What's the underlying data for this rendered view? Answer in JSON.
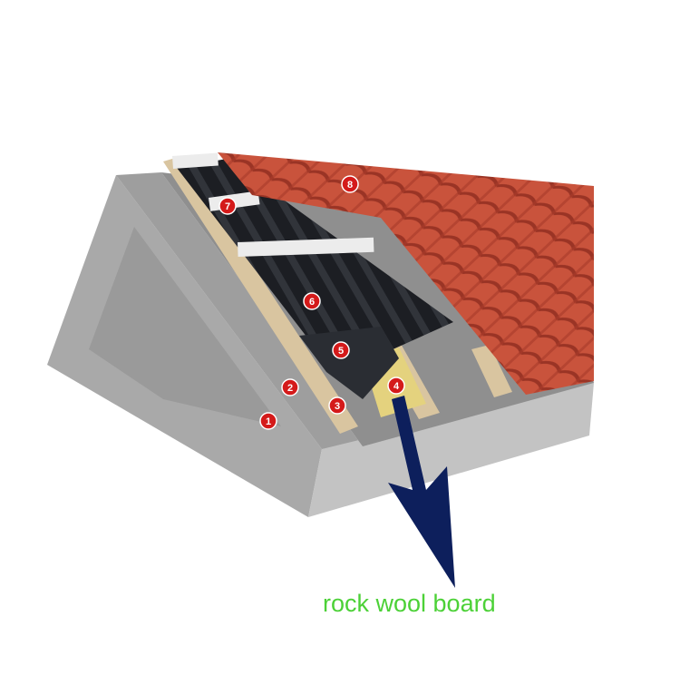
{
  "colors": {
    "concrete": "#a9a9a9",
    "concrete_top": "#9e9e9e",
    "concrete_side": "#c3c3c3",
    "timber": "#d9c5a0",
    "membrane": "#1c1e23",
    "tile": "#c9533c",
    "tile_dark": "#9a3425",
    "insulation": "#e4d27e",
    "badge": "#d41a1a",
    "arrow": "#0d1f5c",
    "caption": "#4cd137"
  },
  "badges": [
    "1",
    "2",
    "3",
    "4",
    "5",
    "6",
    "7",
    "8"
  ],
  "caption": "rock wool board"
}
